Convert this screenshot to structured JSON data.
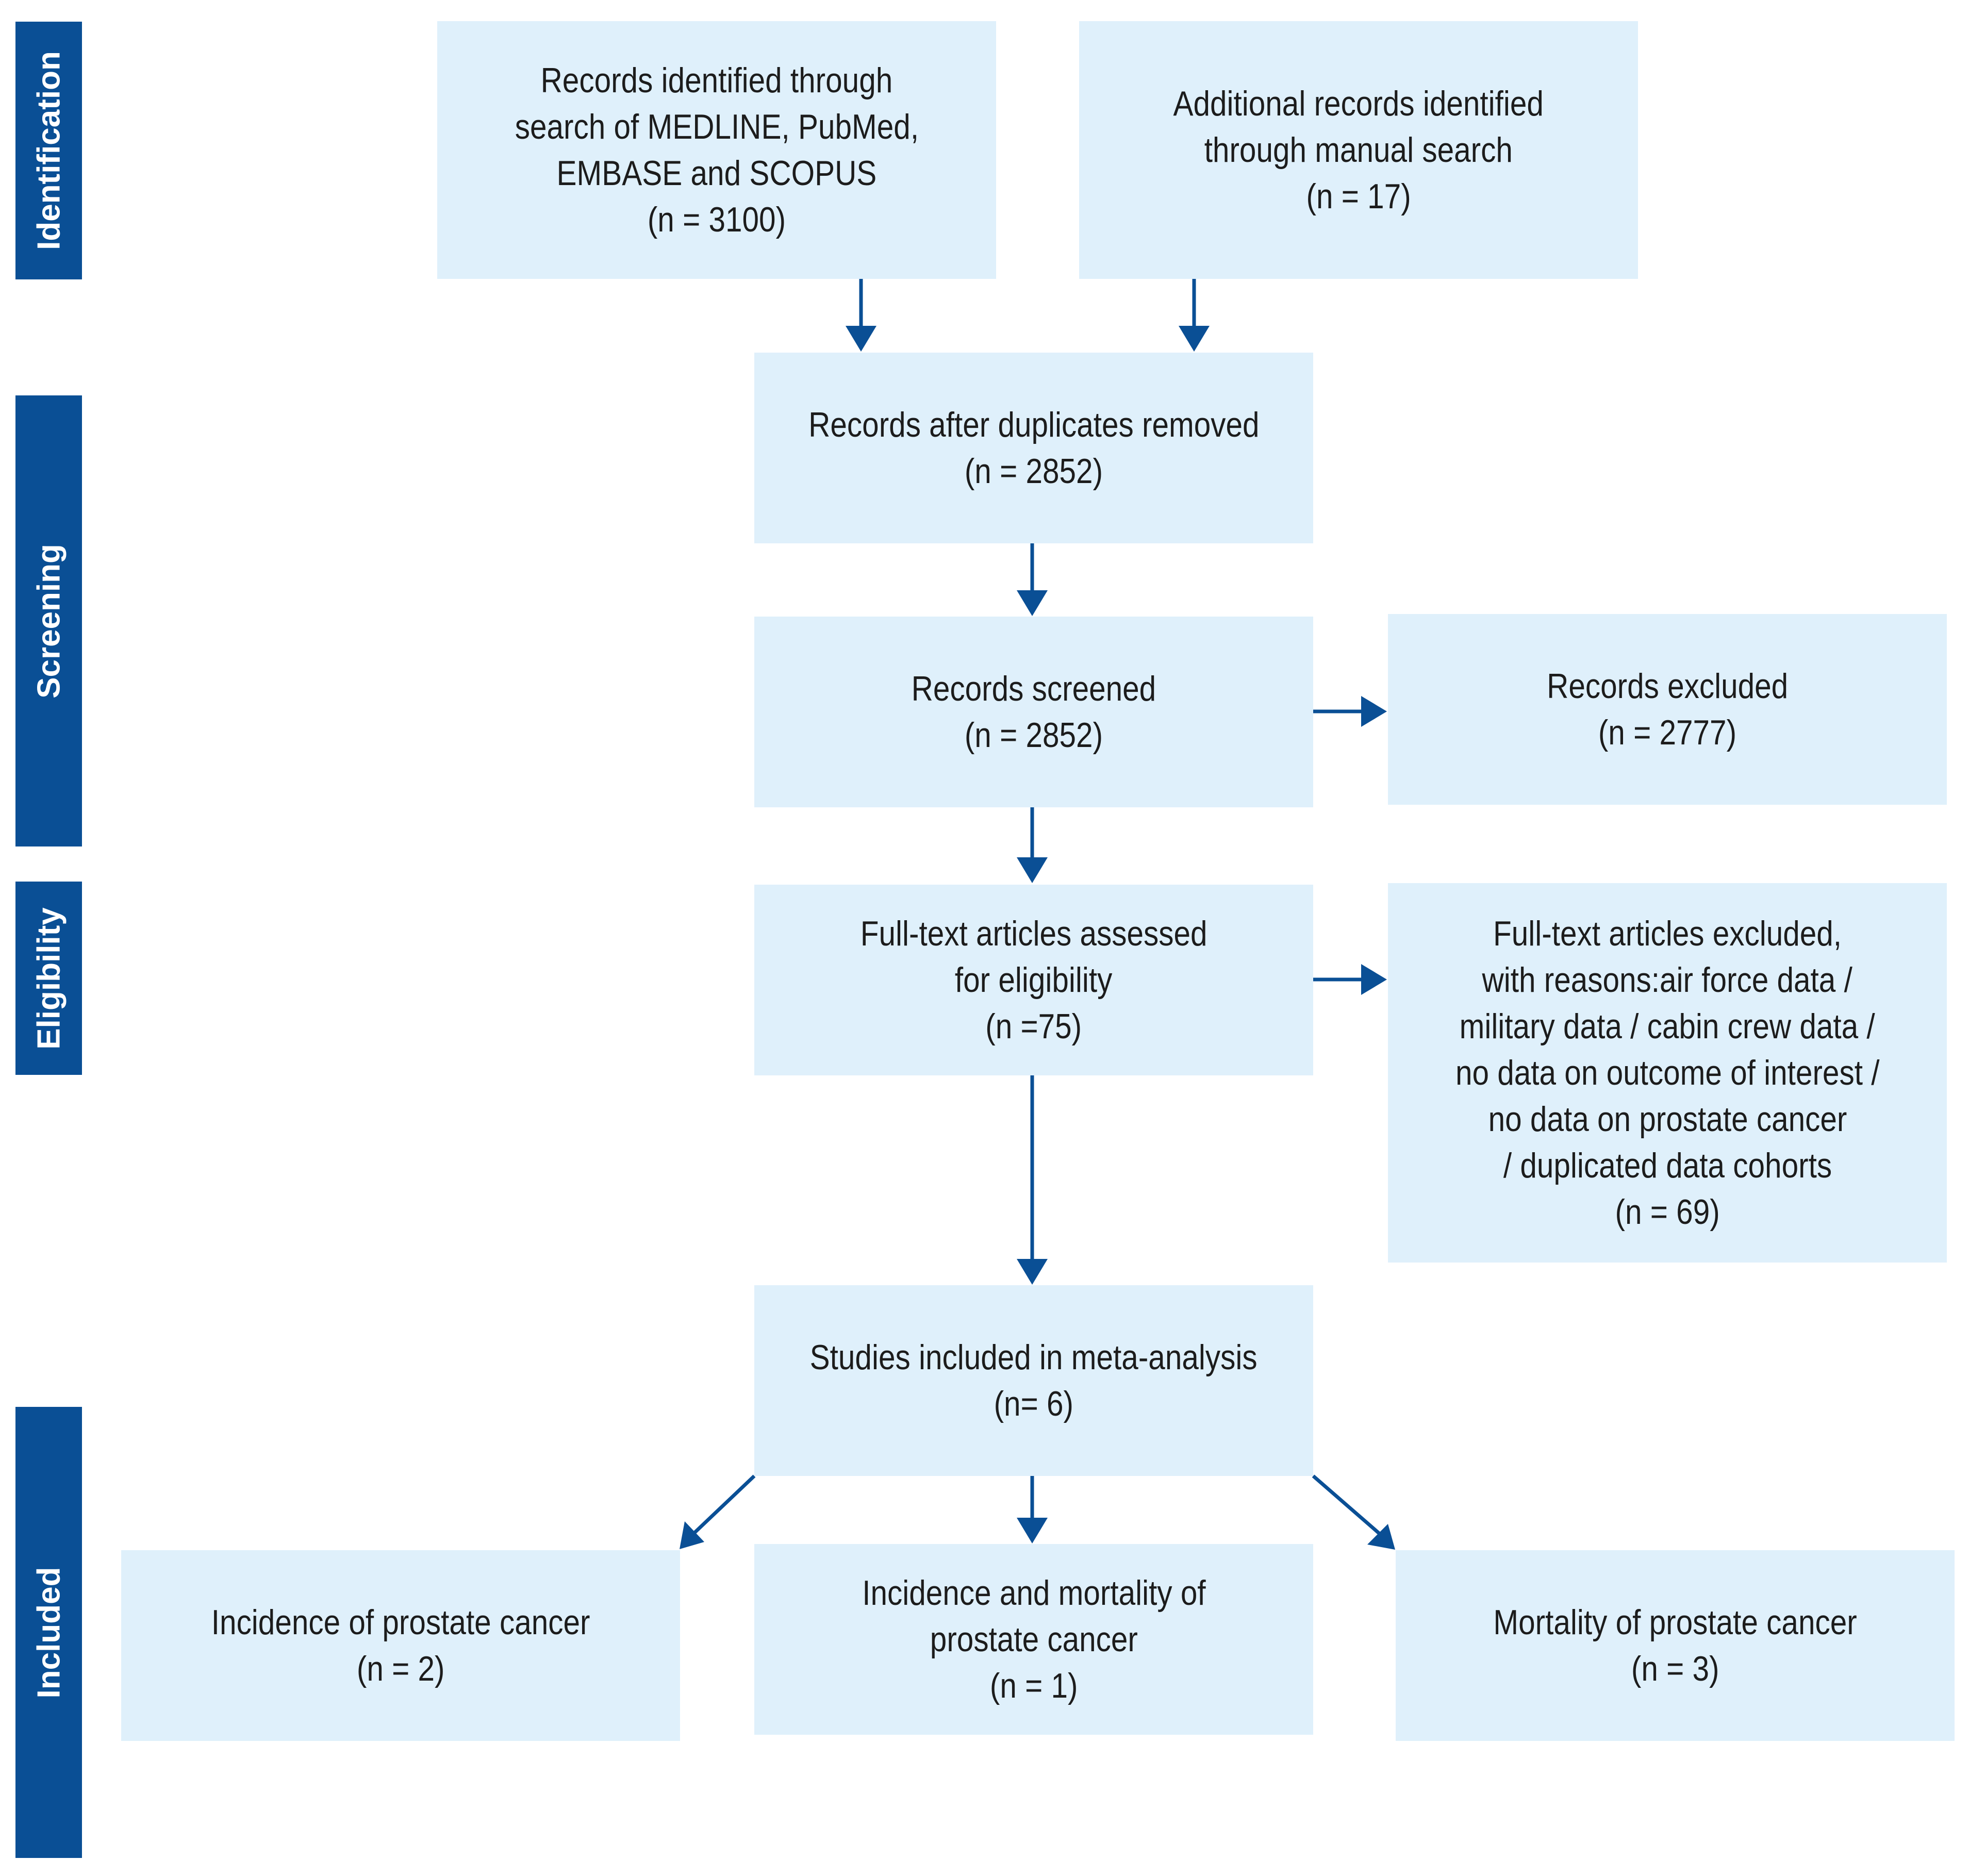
{
  "phases": {
    "identification": "Identification",
    "screening": "Screening",
    "eligibility": "Eligibility",
    "included": "Included"
  },
  "boxes": {
    "database_search": [
      "Records identified through",
      "search of MEDLINE, PubMed,",
      "EMBASE and SCOPUS",
      "(n = 3100)"
    ],
    "manual_search": [
      "Additional records identified",
      "through manual search",
      "(n = 17)"
    ],
    "after_duplicates": [
      "Records after duplicates removed",
      "(n = 2852)"
    ],
    "screened": [
      "Records screened",
      "(n = 2852)"
    ],
    "excluded": [
      "Records excluded",
      "(n = 2777)"
    ],
    "fulltext_assessed": [
      "Full-text articles assessed",
      "for eligibility",
      "(n =75)"
    ],
    "fulltext_excluded": [
      "Full-text articles excluded,",
      "with reasons:air force data /",
      "military data / cabin crew data /",
      "no data on outcome of interest /",
      "no data on prostate cancer",
      "/ duplicated data cohorts",
      "(n = 69)"
    ],
    "included_meta": [
      "Studies included in meta-analysis",
      "(n= 6)"
    ],
    "incidence": [
      "Incidence of prostate cancer",
      "(n = 2)"
    ],
    "incidence_mortality": [
      "Incidence and mortality of",
      "prostate cancer",
      "(n = 1)"
    ],
    "mortality": [
      "Mortality of prostate cancer",
      "(n = 3)"
    ]
  },
  "colors": {
    "phase_bar": "#0a4f95",
    "box_fill": "#dff0fb",
    "arrow": "#0a4f95",
    "text": "#1c1c1c"
  }
}
